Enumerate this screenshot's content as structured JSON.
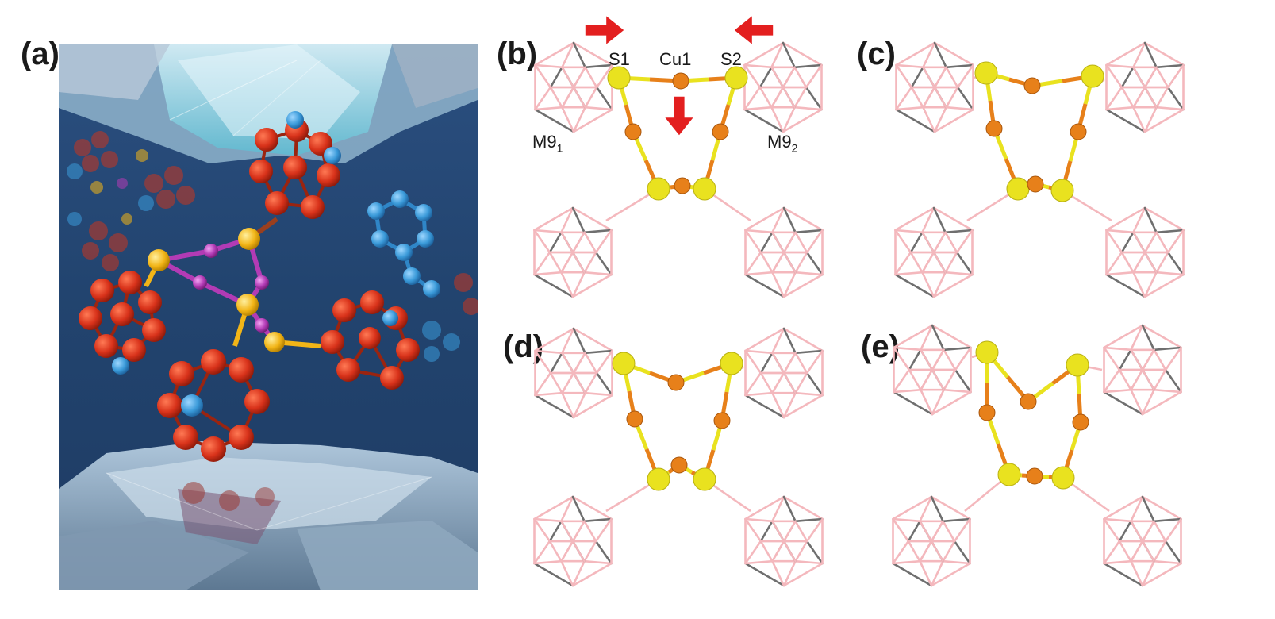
{
  "panels": {
    "a": "(a)",
    "b": "(b)",
    "c": "(c)",
    "d": "(d)",
    "e": "(e)"
  },
  "labels_b": {
    "s1": "S1",
    "cu1": "Cu1",
    "s2": "S2",
    "m9_1_main": "M9",
    "m9_1_sub": "1",
    "m9_2_main": "M9",
    "m9_2_sub": "2"
  },
  "colors": {
    "cage_bond": "#f4b8bd",
    "carbon_bond": "#6f6f6f",
    "sulfur": "#e9e21f",
    "copper": "#e7801a",
    "arrow": "#e31f1f",
    "render_background": "#22446f",
    "render_cage": "#d8321a",
    "render_sulfur": "#f2b517",
    "render_copper": "#b23bb5",
    "render_blue": "#3a9ad9"
  }
}
